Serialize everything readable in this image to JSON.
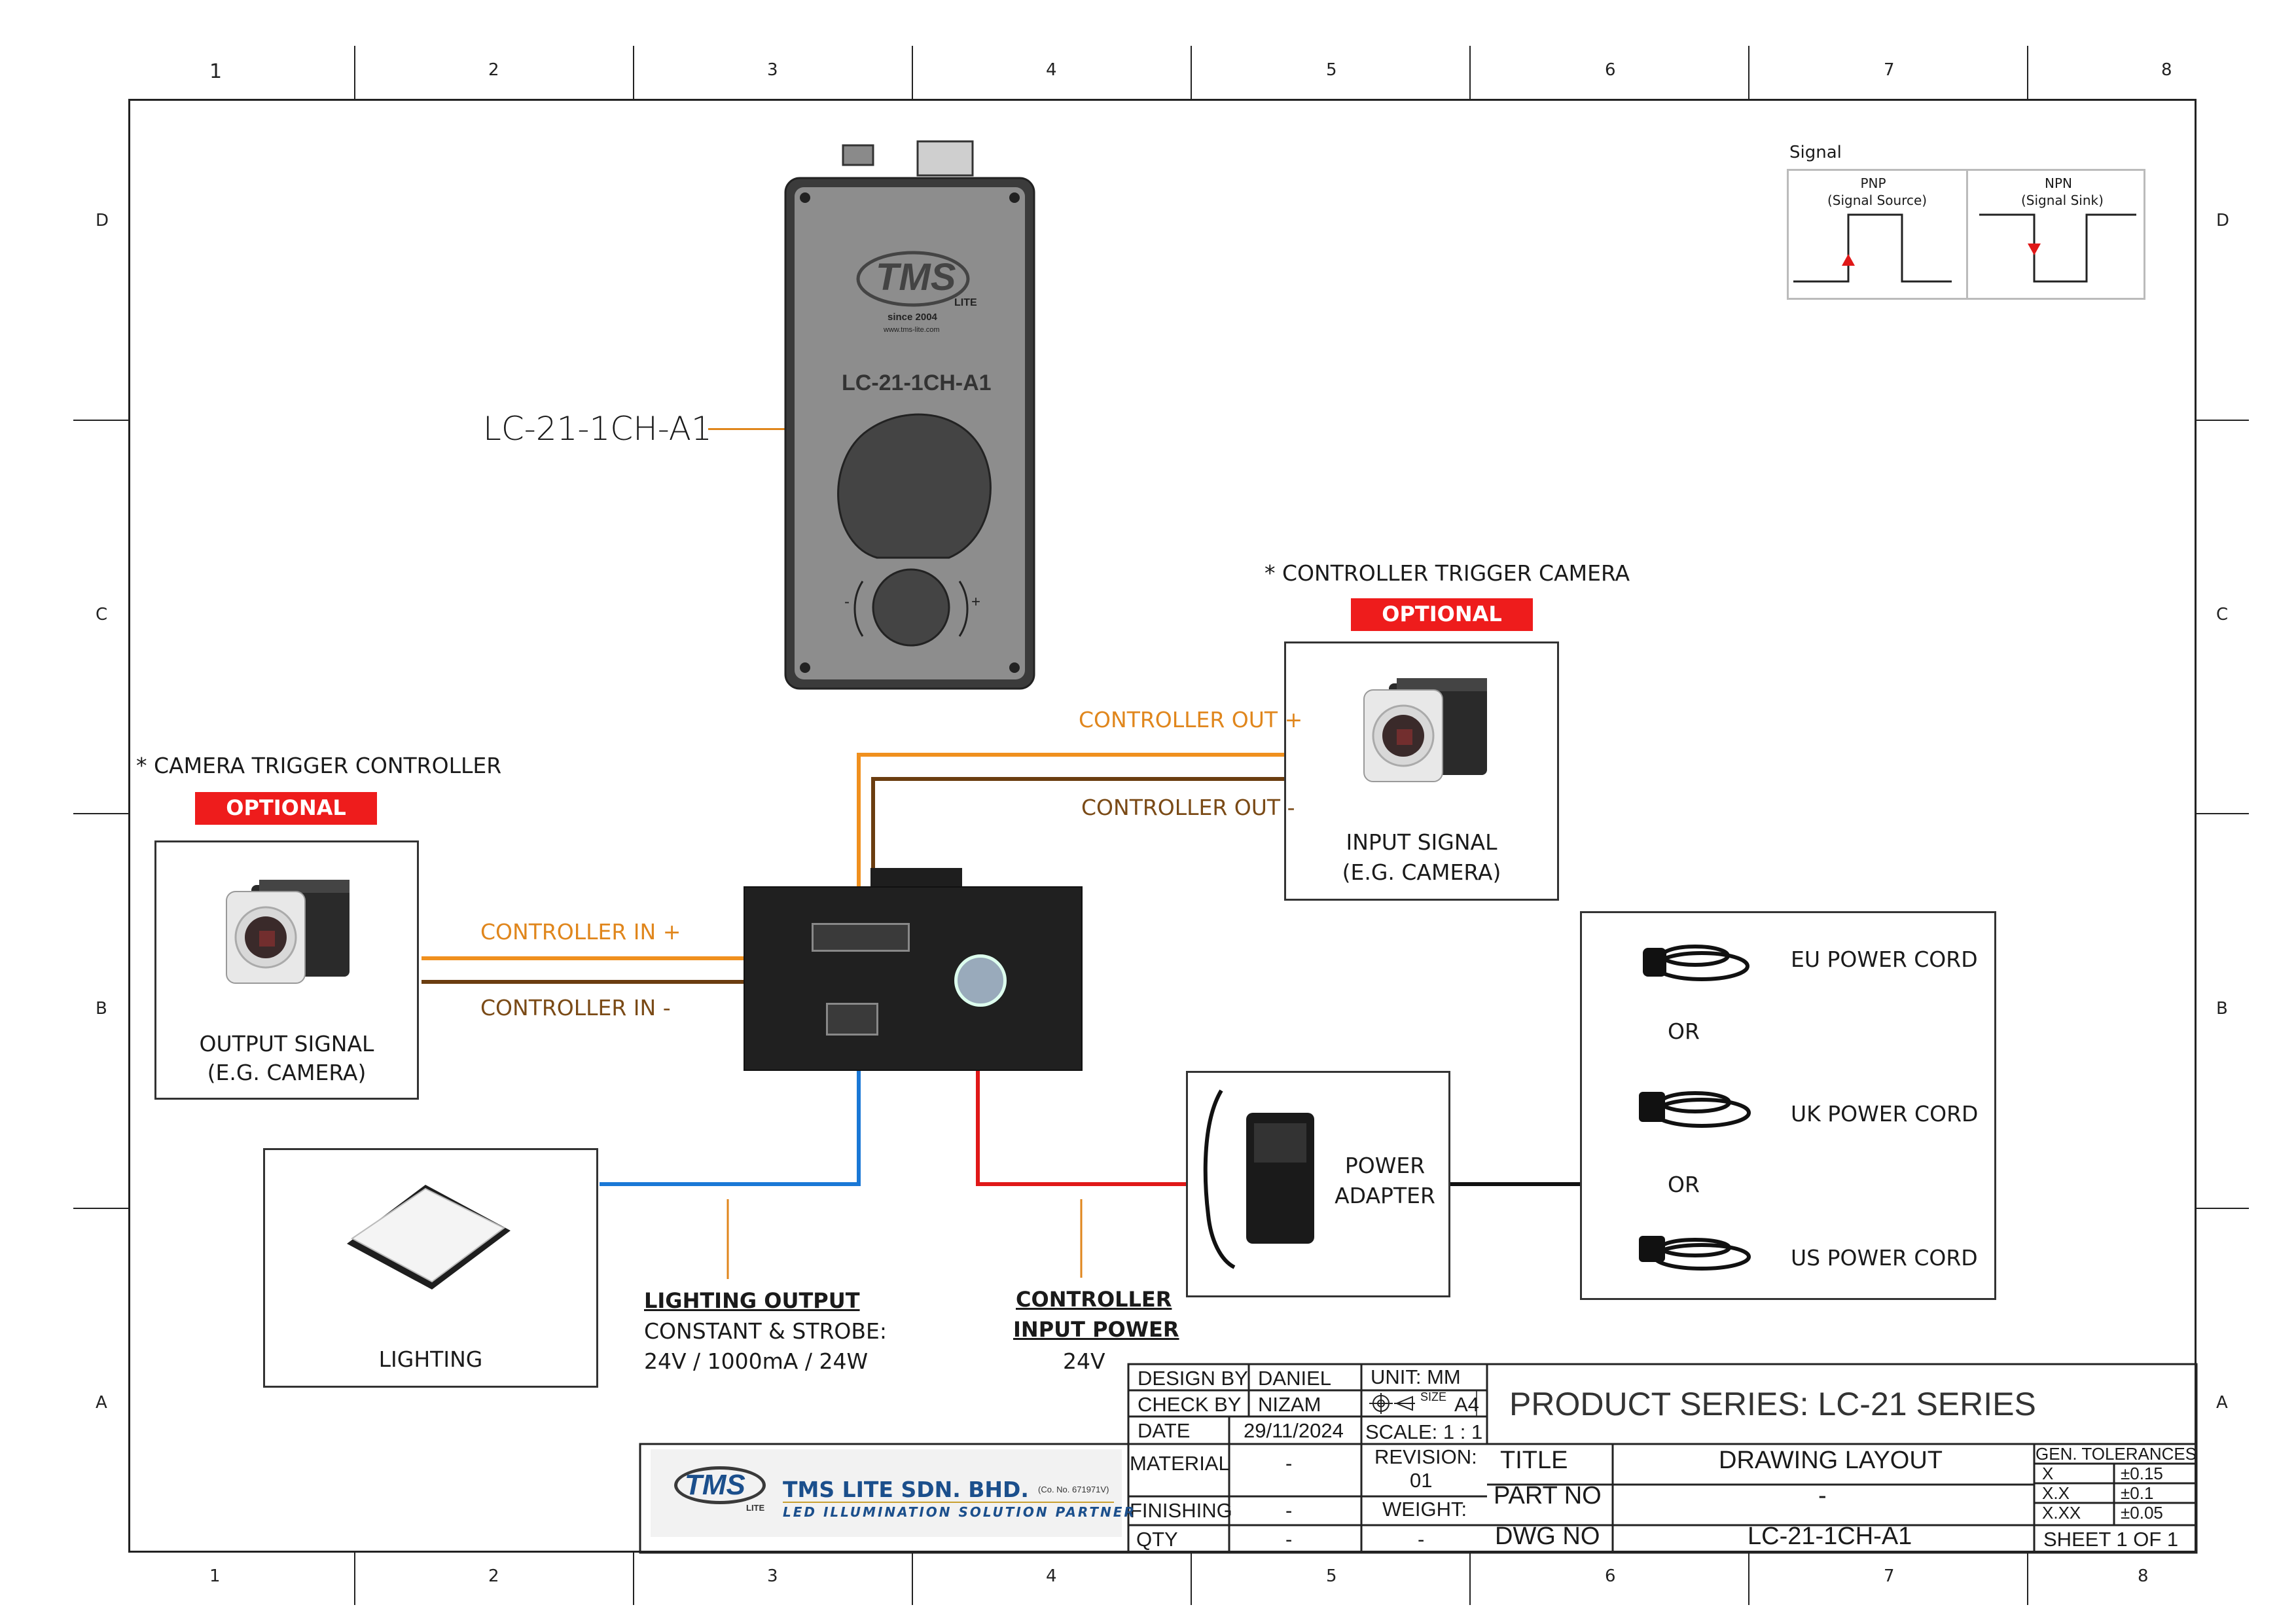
{
  "border": {
    "columns": [
      "1",
      "2",
      "3",
      "4",
      "5",
      "6",
      "7",
      "8"
    ],
    "rows": [
      "D",
      "C",
      "B",
      "A"
    ]
  },
  "signal_legend": {
    "title": "Signal",
    "pnp_label": "PNP",
    "pnp_sub": "(Signal Source)",
    "npn_label": "NPN",
    "npn_sub": "(Signal Sink)"
  },
  "controller": {
    "model_label": "LC-21-1CH-A1",
    "front_logo": "TMS",
    "front_logo_sub": "LITE",
    "front_since": "since 2004",
    "front_web": "www.tms-lite.com",
    "front_model": "LC-21-1CH-A1",
    "knob_minus": "-",
    "knob_plus": "+"
  },
  "camera_trigger_controller": {
    "note": "* CAMERA TRIGGER CONTROLLER",
    "badge": "OPTIONAL",
    "caption_line1": "OUTPUT SIGNAL",
    "caption_line2": "(E.G. CAMERA)"
  },
  "controller_trigger_camera": {
    "note": "* CONTROLLER TRIGGER CAMERA",
    "badge": "OPTIONAL",
    "caption_line1": "INPUT SIGNAL",
    "caption_line2": "(E.G. CAMERA)"
  },
  "wires": {
    "controller_out_plus": "CONTROLLER OUT +",
    "controller_out_minus": "CONTROLLER OUT -",
    "controller_in_plus": "CONTROLLER IN +",
    "controller_in_minus": "CONTROLLER IN -"
  },
  "lighting": {
    "caption": "LIGHTING",
    "output_title": "LIGHTING OUTPUT",
    "output_line1": "CONSTANT & STROBE:",
    "output_line2": "24V / 1000mA / 24W"
  },
  "power": {
    "input_title_1": "CONTROLLER",
    "input_title_2": "INPUT POWER",
    "input_value": "24V",
    "adapter_line1": "POWER",
    "adapter_line2": "ADAPTER",
    "cords": [
      "EU POWER CORD",
      "UK POWER CORD",
      "US POWER CORD"
    ],
    "or_label": "OR"
  },
  "colors": {
    "orange_wire": "#f0901e",
    "brown_wire": "#6b3d10",
    "blue_wire": "#1a78d6",
    "red_wire": "#e01818",
    "optional_badge": "#ee1c1c"
  },
  "title_block": {
    "design_by_label": "DESIGN BY",
    "design_by": "DANIEL",
    "check_by_label": "CHECK BY",
    "check_by": "NIZAM",
    "date_label": "DATE",
    "date": "29/11/2024",
    "unit": "UNIT:  MM",
    "size_label": "SIZE",
    "size": "A4",
    "scale": "SCALE: 1 : 1",
    "product_series": "PRODUCT SERIES: LC-21 SERIES",
    "material_label": "MATERIAL",
    "material": "-",
    "revision_label": "REVISION:",
    "revision": "01",
    "finishing_label": "FINISHING",
    "finishing": "-",
    "weight_label": "WEIGHT:",
    "weight": "-",
    "qty_label": "QTY",
    "qty": "-",
    "title_label": "TITLE",
    "title": "DRAWING LAYOUT",
    "part_no_label": "PART NO",
    "part_no": "-",
    "dwg_no_label": "DWG NO",
    "dwg_no": "LC-21-1CH-A1",
    "gen_tol_label": "GEN. TOLERANCES",
    "tolerances": [
      {
        "k": "X",
        "v": "±0.15"
      },
      {
        "k": "X.X",
        "v": "±0.1"
      },
      {
        "k": "X.XX",
        "v": "±0.05"
      }
    ],
    "sheet": "SHEET 1 OF 1",
    "company_logo": "TMS",
    "company_logo_sub": "LITE",
    "company_name": "TMS LITE SDN. BHD.",
    "company_reg": "(Co. No. 671971V)",
    "company_tagline": "LED ILLUMINATION SOLUTION PARTNER"
  }
}
